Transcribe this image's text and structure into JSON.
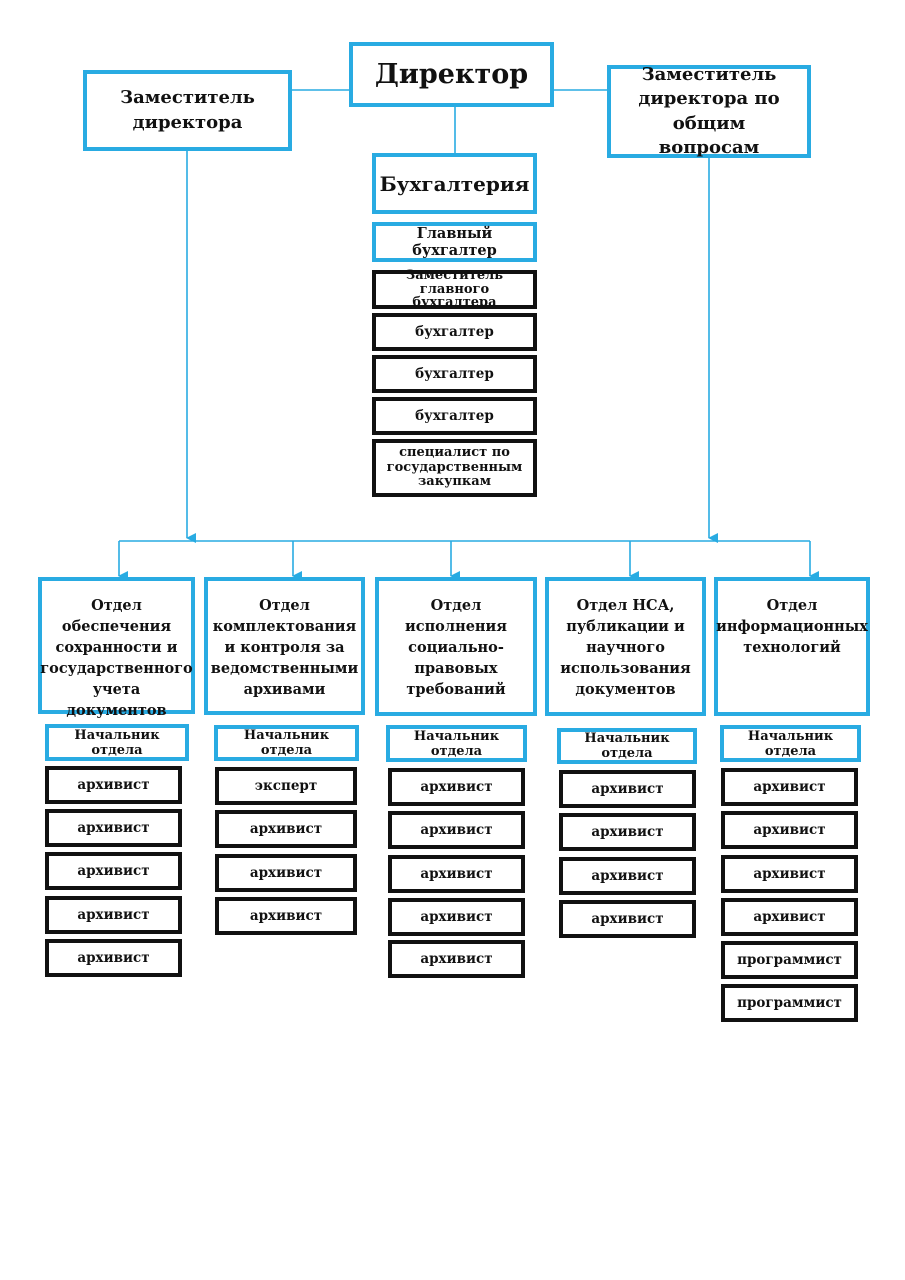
{
  "top": {
    "director": "Директор",
    "deputy": "Заместитель директора",
    "deputy_general": "Заместитель директора по общим вопросам"
  },
  "accounting": {
    "title": "Бухгалтерия",
    "head": "Главный бухгалтер",
    "staff": [
      "Заместитель главного бухгалтера",
      "бухгалтер",
      "бухгалтер",
      "бухгалтер",
      "специалист по государственным закупкам"
    ]
  },
  "departments": [
    {
      "name": "Отдел обеспечения сохранности и государственного учета документов",
      "head": "Начальник отдела",
      "staff": [
        "архивист",
        "архивист",
        "архивист",
        "архивист",
        "архивист"
      ]
    },
    {
      "name": "Отдел комплектования и контроля за ведомственными архивами",
      "head": "Начальник отдела",
      "staff": [
        "эксперт",
        "архивист",
        "архивист",
        "архивист"
      ]
    },
    {
      "name": "Отдел исполнения социально-правовых требований",
      "head": "Начальник отдела",
      "staff": [
        "архивист",
        "архивист",
        "архивист",
        "архивист",
        "архивист"
      ]
    },
    {
      "name": "Отдел НСА, публикации и научного использования документов",
      "head": "Начальник отдела",
      "staff": [
        "архивист",
        "архивист",
        "архивист",
        "архивист"
      ]
    },
    {
      "name": "Отдел информационных технологий",
      "head": "Начальник отдела",
      "staff": [
        "архивист",
        "архивист",
        "архивист",
        "архивист",
        "программист",
        "программист"
      ]
    }
  ],
  "colors": {
    "accent": "#29abe2",
    "dark": "#111111"
  }
}
